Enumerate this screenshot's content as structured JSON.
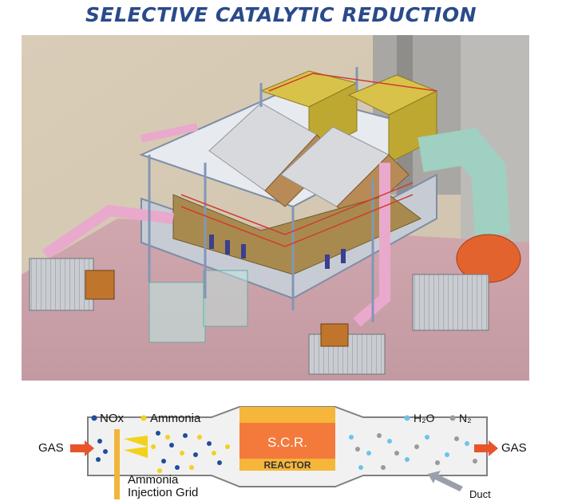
{
  "title": "SELECTIVE CATALYTIC REDUCTION",
  "illustration": {
    "description_icon": "scr-plant-3d-illustration"
  },
  "diagram": {
    "legend_left": [
      {
        "label": "NOx",
        "color": "#1f4e9c"
      },
      {
        "label": "Ammonia",
        "color": "#f2d21b"
      }
    ],
    "legend_right": [
      {
        "label": "H₂O",
        "color": "#6cc3ea"
      },
      {
        "label": "N₂",
        "color": "#9a9a9a"
      }
    ],
    "gas_in": "GAS",
    "gas_out": "GAS",
    "reactor_top": "S.C.R.",
    "reactor_bottom": "REACTOR",
    "grid_label_line1": "Ammonia",
    "grid_label_line2": "Injection Grid",
    "duct_label": "Duct",
    "colors": {
      "arrow": "#e8552a",
      "reactor_top": "#f47a3c",
      "reactor_band": "#f5b63a",
      "duct_fill": "#f1f1f1",
      "duct_stroke": "#7f7f7f"
    }
  }
}
